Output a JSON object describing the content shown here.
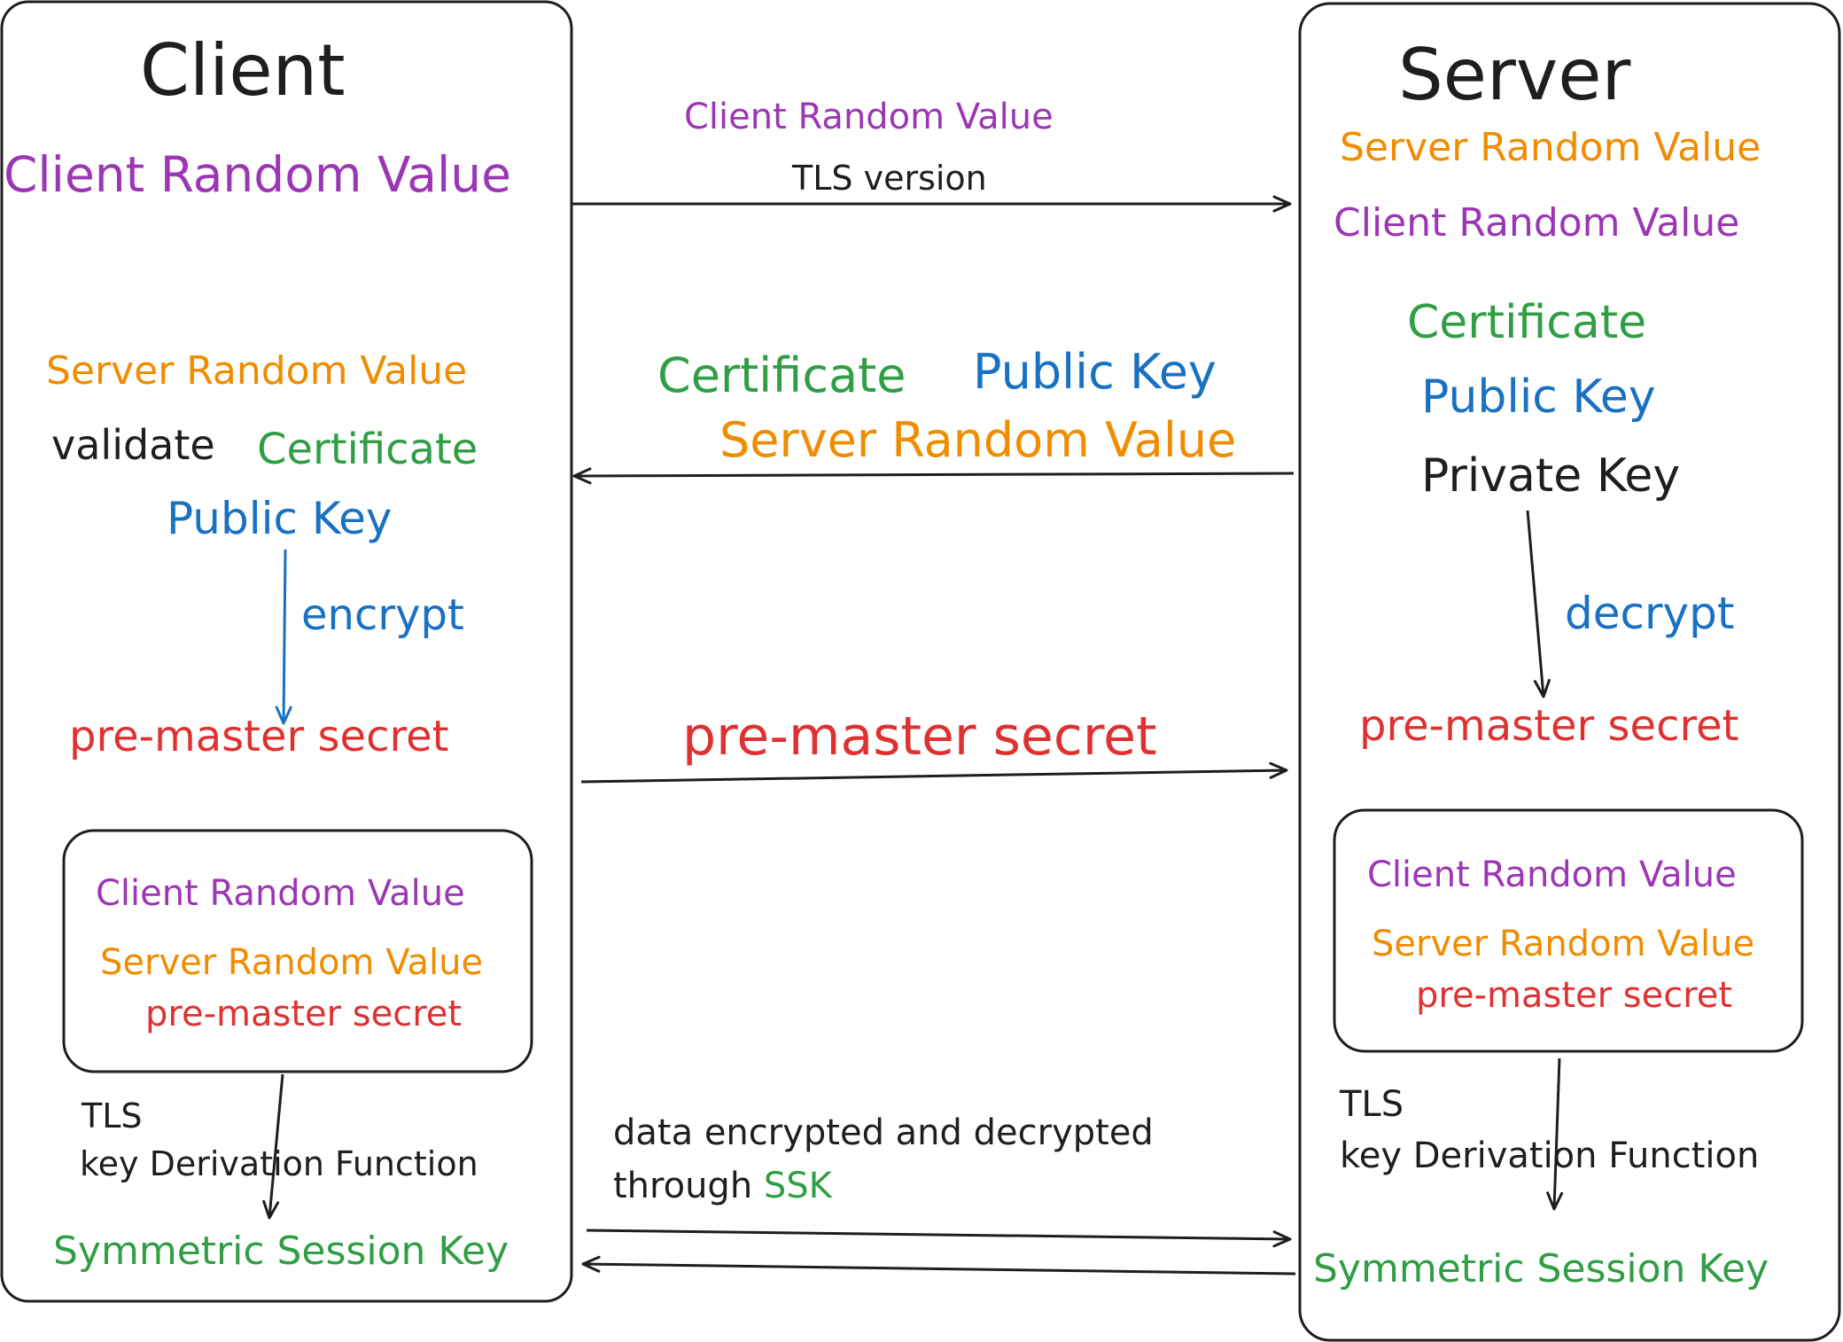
{
  "colors": {
    "stroke": "#1e1e1e",
    "purple": "#9c36b5",
    "orange": "#f08c00",
    "green": "#2f9e44",
    "blue": "#1971c2",
    "red": "#e03131"
  },
  "client": {
    "title": "Client",
    "client_random": "Client Random Value",
    "server_random": "Server Random Value",
    "validate": "validate",
    "certificate": "Certificate",
    "public_key": "Public Key",
    "encrypt": "encrypt",
    "pre_master": "pre-master secret",
    "box": {
      "client_random": "Client Random Value",
      "server_random": "Server Random Value",
      "pre_master": "pre-master secret"
    },
    "kdf_line1": "TLS",
    "kdf_line2": "key Derivation Function",
    "session_key": "Symmetric Session Key"
  },
  "server": {
    "title": "Server",
    "server_random": "Server Random Value",
    "client_random": "Client Random Value",
    "certificate": "Certificate",
    "public_key": "Public Key",
    "private_key": "Private Key",
    "decrypt": "decrypt",
    "pre_master": "pre-master secret",
    "box": {
      "client_random": "Client Random Value",
      "server_random": "Server Random Value",
      "pre_master": "pre-master secret"
    },
    "kdf_line1": "TLS",
    "kdf_line2": "key Derivation Function",
    "session_key": "Symmetric Session Key"
  },
  "messages": {
    "hello_client_random": "Client Random Value",
    "hello_tls_version": "TLS version",
    "reply_certificate": "Certificate",
    "reply_public_key": "Public Key",
    "reply_server_random": "Server Random Value",
    "pre_master": "pre-master secret",
    "data_line1": "data encrypted and decrypted",
    "data_line2_prefix": "through",
    "data_ssk": "SSK"
  }
}
